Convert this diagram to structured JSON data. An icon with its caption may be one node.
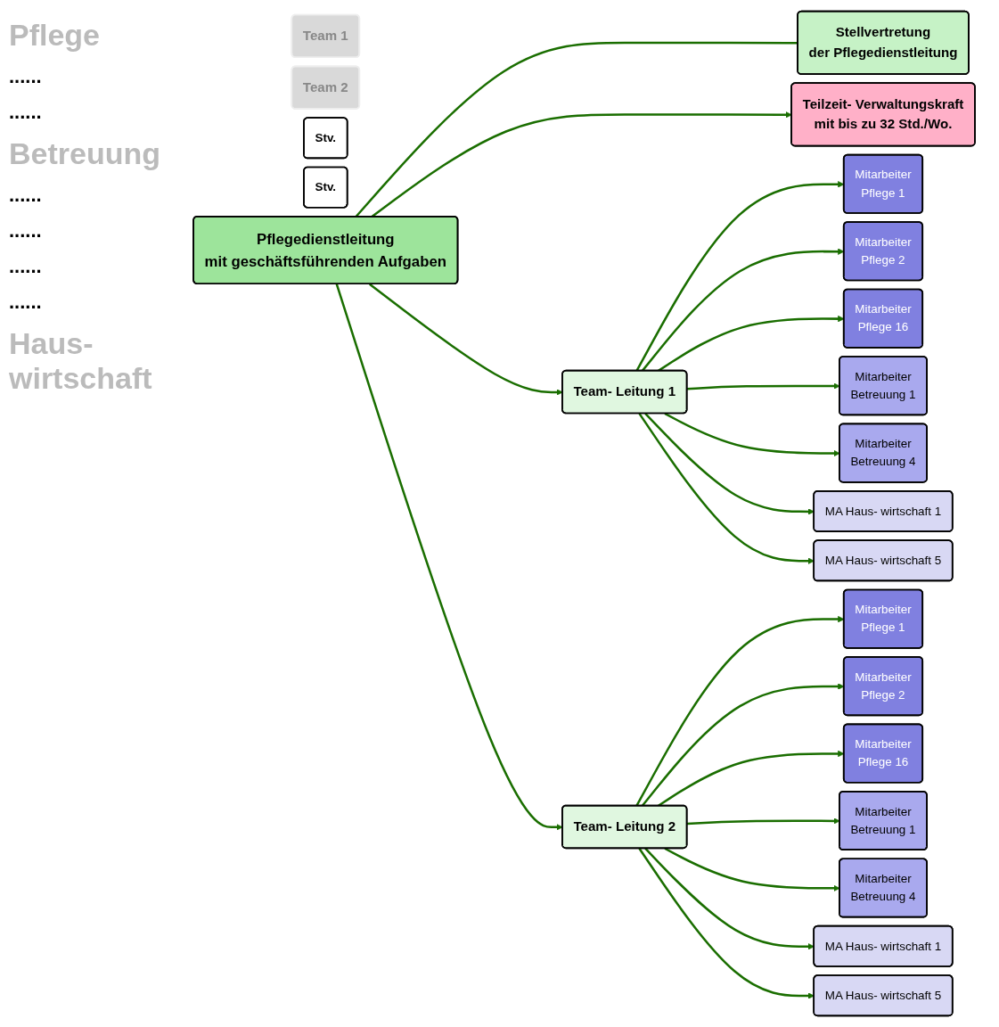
{
  "diagram": {
    "nodes": [
      {
        "text": [
          "Pflegedienstleitung",
          "mit geschäftsführenden Aufgaben"
        ]
      },
      {
        "text": [
          "Stellvertretung",
          "der Pflegedienstleitung"
        ]
      },
      {
        "text": [
          "Teilzeit- Verwaltungskraft",
          "mit bis zu 32 Std./Wo."
        ]
      },
      {
        "text": [
          "Team 1"
        ]
      },
      {
        "text": [
          "Team 2"
        ]
      },
      {
        "text": [
          "Team- Leitung 1"
        ]
      },
      {
        "text": [
          "Stv."
        ]
      },
      {
        "text": [
          "Team- Leitung 2"
        ]
      },
      {
        "text": [
          "Stv."
        ]
      },
      {
        "text": [
          "Mitarbeiter",
          "Pflege 1"
        ]
      },
      {
        "text": [
          "Mitarbeiter",
          "Pflege 2"
        ]
      },
      {
        "text": [
          "Mitarbeiter",
          "Pflege 16"
        ]
      },
      {
        "text": [
          "Mitarbeiter",
          "Betreuung 1"
        ]
      },
      {
        "text": [
          "Mitarbeiter",
          "Betreuung 4"
        ]
      },
      {
        "text": [
          "MA Haus- wirtschaft 1"
        ]
      },
      {
        "text": [
          "MA Haus- wirtschaft 5"
        ]
      },
      {
        "text": [
          "Mitarbeiter",
          "Pflege 1"
        ]
      },
      {
        "text": [
          "Mitarbeiter",
          "Pflege 2"
        ]
      },
      {
        "text": [
          "Mitarbeiter",
          "Pflege 16"
        ]
      },
      {
        "text": [
          "Mitarbeiter",
          "Betreuung 1"
        ]
      },
      {
        "text": [
          "Mitarbeiter",
          "Betreuung 4"
        ]
      },
      {
        "text": [
          "MA Haus- wirtschaft 1"
        ]
      },
      {
        "text": [
          "MA Haus- wirtschaft 5"
        ]
      }
    ],
    "edges": [
      {
        "from": 0,
        "to": 1,
        "arrow": "none"
      },
      {
        "from": 0,
        "to": 2,
        "arrow": "to"
      },
      {
        "from": 0,
        "to": 5,
        "arrow": "to"
      },
      {
        "from": 0,
        "to": 7,
        "arrow": "to"
      },
      {
        "from": 5,
        "to": 9,
        "arrow": "to"
      },
      {
        "from": 5,
        "to": 10,
        "arrow": "to"
      },
      {
        "from": 5,
        "to": 11,
        "arrow": "to"
      },
      {
        "from": 5,
        "to": 12,
        "arrow": "to"
      },
      {
        "from": 5,
        "to": 13,
        "arrow": "to"
      },
      {
        "from": 5,
        "to": 14,
        "arrow": "to"
      },
      {
        "from": 5,
        "to": 15,
        "arrow": "to"
      },
      {
        "from": 7,
        "to": 16,
        "arrow": "to"
      },
      {
        "from": 7,
        "to": 17,
        "arrow": "to"
      },
      {
        "from": 7,
        "to": 18,
        "arrow": "to"
      },
      {
        "from": 7,
        "to": 19,
        "arrow": "to"
      },
      {
        "from": 7,
        "to": 20,
        "arrow": "to"
      },
      {
        "from": 7,
        "to": 21,
        "arrow": "to"
      },
      {
        "from": 7,
        "to": 22,
        "arrow": "to"
      }
    ],
    "labels": [
      "Pflege",
      "......",
      "......",
      "Betreuung",
      "......",
      "......",
      "......",
      "......",
      "Haus- wirtschaft"
    ]
  }
}
